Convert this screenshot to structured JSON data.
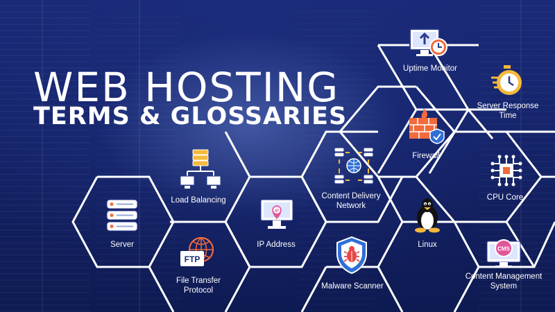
{
  "title": {
    "line1": "WEB HOSTING",
    "line2": "TERMS & GLOSSARIES"
  },
  "cells": [
    {
      "label": "Uptime Monitor",
      "icon": "uptime-monitor-icon"
    },
    {
      "label": "Server Response",
      "label2": "Time",
      "icon": "stopwatch-icon"
    },
    {
      "label": "Firewall",
      "icon": "firewall-icon"
    },
    {
      "label": "Content Delivery",
      "label2": "Network",
      "icon": "cdn-icon"
    },
    {
      "label": "CPU Core",
      "icon": "cpu-icon"
    },
    {
      "label": "Load Balancing",
      "icon": "load-balancing-icon"
    },
    {
      "label": "IP Address",
      "icon": "ip-address-icon"
    },
    {
      "label": "Linux",
      "icon": "linux-penguin-icon"
    },
    {
      "label": "Server",
      "icon": "server-icon"
    },
    {
      "label": "Malware Scanner",
      "icon": "malware-scanner-icon"
    },
    {
      "label": "File Transfer",
      "label2": "Protocol",
      "icon": "ftp-icon"
    },
    {
      "label": "Content Management",
      "label2": "System",
      "icon": "cms-icon"
    }
  ],
  "icon_text": {
    "ip": "IP",
    "ftp": "FTP",
    "cms": "CMS"
  },
  "colors": {
    "background": "#15246a",
    "line": "#ffffff",
    "accent_orange": "#f26a3d",
    "accent_blue": "#2f6fd6",
    "accent_pink": "#e0569a"
  }
}
